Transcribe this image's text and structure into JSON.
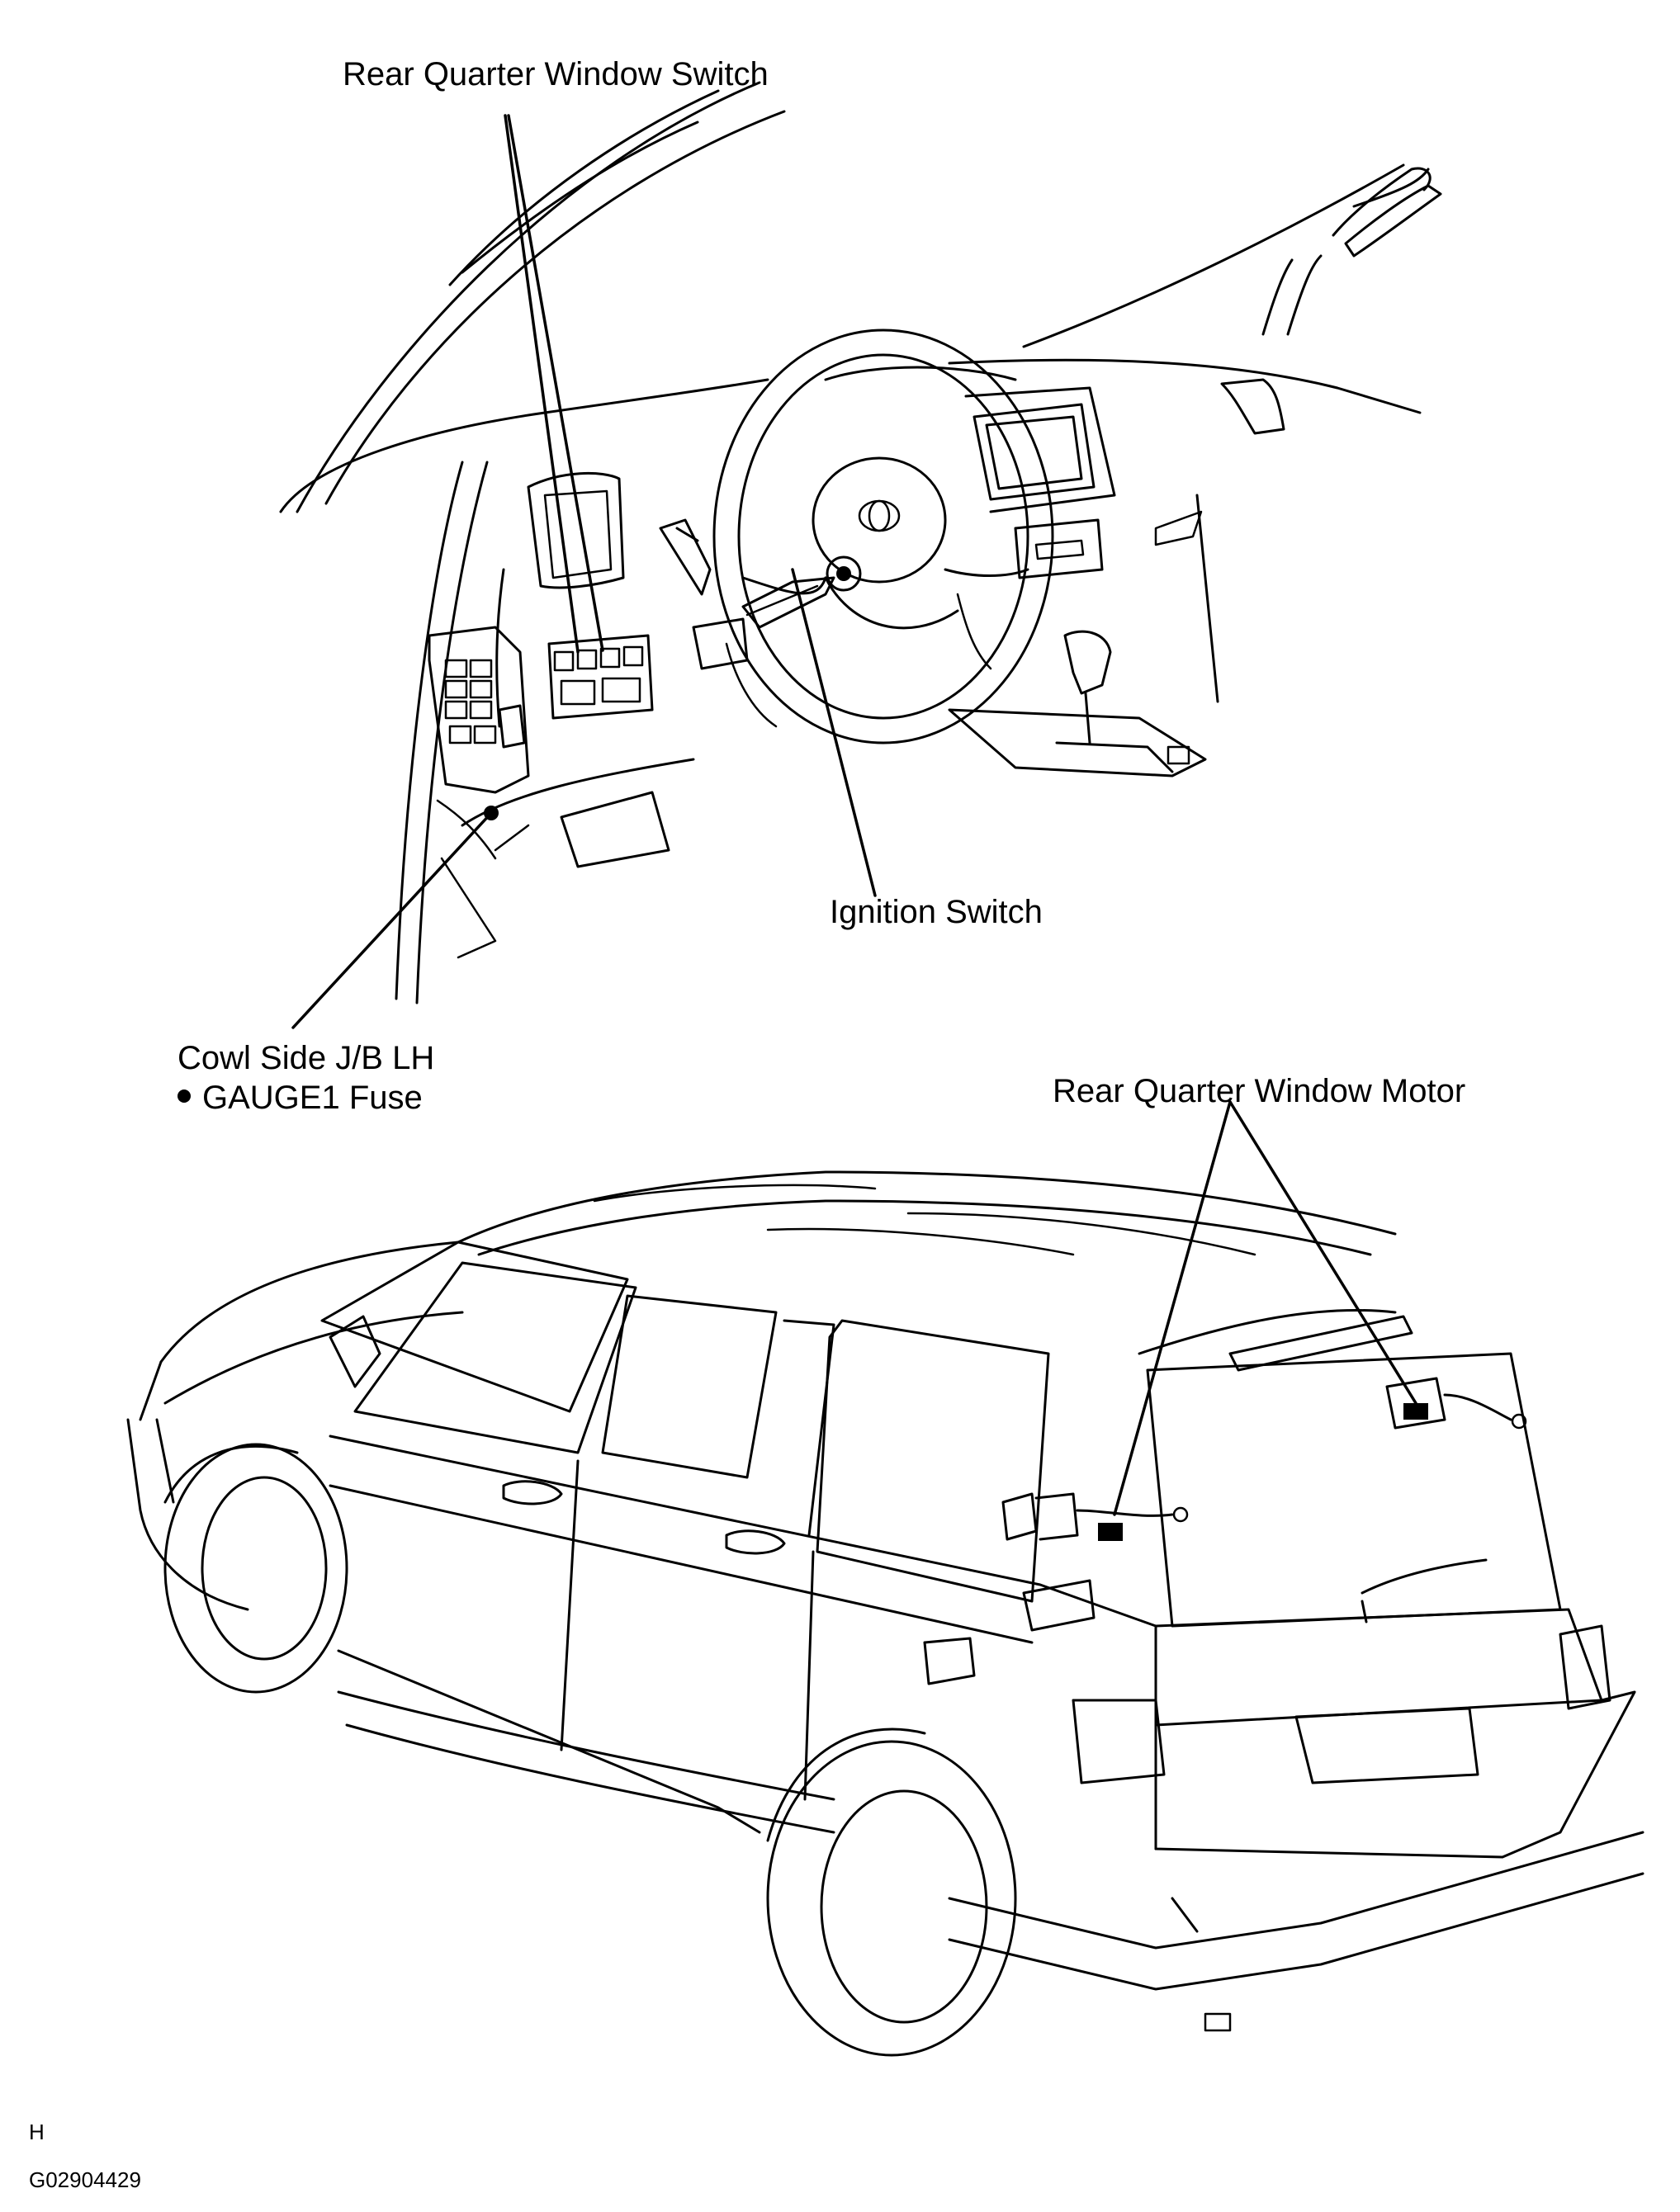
{
  "labels": {
    "rear_quarter_window_switch": "Rear Quarter Window Switch",
    "ignition_switch": "Ignition Switch",
    "cowl_side_jb": "Cowl Side J/B LH",
    "gauge_fuse": "GAUGE1 Fuse",
    "rear_quarter_window_motor": "Rear Quarter Window Motor"
  },
  "footer": {
    "letter": "H",
    "code": "G02904429"
  }
}
